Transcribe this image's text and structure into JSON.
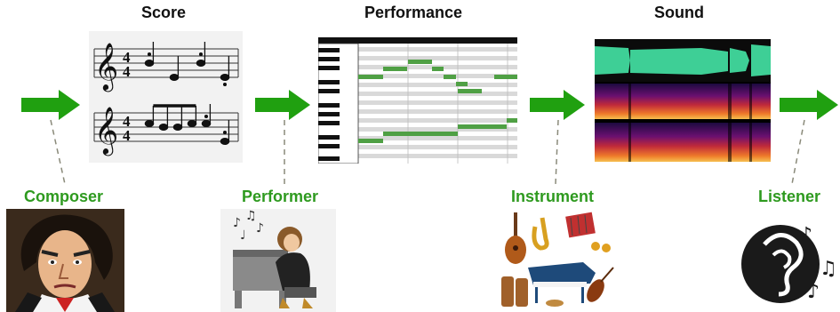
{
  "headings": {
    "score": "Score",
    "performance": "Performance",
    "sound": "Sound"
  },
  "roles": {
    "composer": "Composer",
    "performer": "Performer",
    "instrument": "Instrument",
    "listener": "Listener"
  },
  "score": {
    "time_signature_top": "4",
    "time_signature_bottom": "4"
  },
  "colors": {
    "arrow": "#20a010",
    "role_text": "#2e9a1f",
    "pianoroll_note": "#4fa044",
    "waveform": "#3ecf96",
    "spectrogram_hot": "#f0a040"
  },
  "icons": [
    "treble-clef-icon",
    "arrow-right-icon",
    "composer-portrait-icon",
    "pianist-icon",
    "instruments-icon",
    "ear-music-icon"
  ]
}
